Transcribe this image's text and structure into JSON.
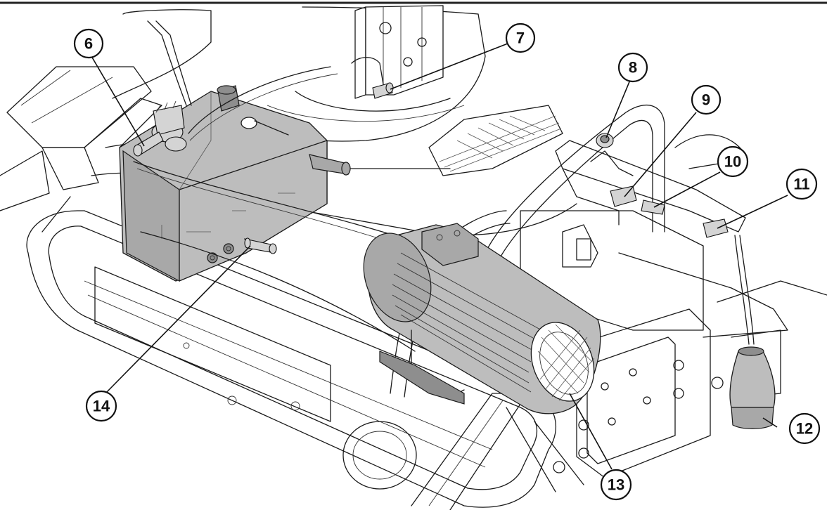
{
  "callouts": [
    {
      "id": "6",
      "label": "6"
    },
    {
      "id": "7",
      "label": "7"
    },
    {
      "id": "8",
      "label": "8"
    },
    {
      "id": "9",
      "label": "9"
    },
    {
      "id": "10",
      "label": "10"
    },
    {
      "id": "11",
      "label": "11"
    },
    {
      "id": "12",
      "label": "12"
    },
    {
      "id": "13",
      "label": "13"
    },
    {
      "id": "14",
      "label": "14"
    }
  ],
  "colors": {
    "highlight_fill": "#bdbdbd",
    "line": "#1a1a1a",
    "background": "#ffffff"
  }
}
